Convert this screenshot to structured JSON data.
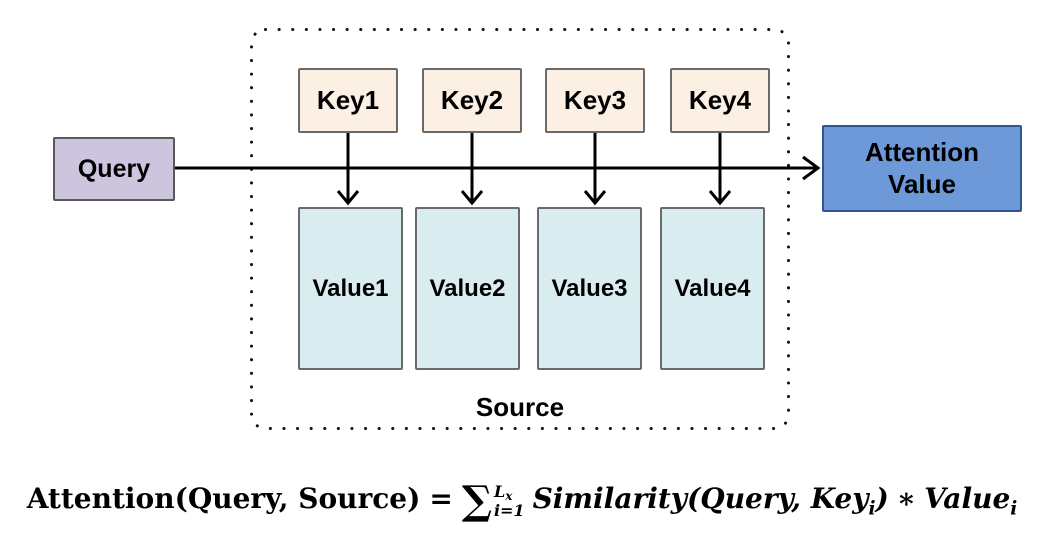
{
  "diagram": {
    "query_label": "Query",
    "keys": [
      "Key1",
      "Key2",
      "Key3",
      "Key4"
    ],
    "values": [
      "Value1",
      "Value2",
      "Value3",
      "Value4"
    ],
    "attention_value_label_line1": "Attention",
    "attention_value_label_line2": "Value",
    "source_label": "Source",
    "colors": {
      "query_fill": "#cdc4de",
      "key_fill": "#fcefe4",
      "value_fill": "#d9edf1",
      "attention_fill": "#6e99d9",
      "attention_border": "#2f5597",
      "box_border": "#6a6a6a",
      "box_border_dark": "#595959",
      "arrow": "#000000",
      "dotted_border": "#111111"
    }
  },
  "formula": {
    "lhs": "Attention(Query, Source)",
    "equals": "=",
    "sum_symbol": "∑",
    "sum_upper_main": "L",
    "sum_upper_sub": "x",
    "sum_lower": "i=1",
    "similarity_term": "Similarity(Query, Key",
    "sub_i": "i",
    "close_paren": ")",
    "star": "∗",
    "value_term": "Value",
    "sub_i2": "i"
  }
}
